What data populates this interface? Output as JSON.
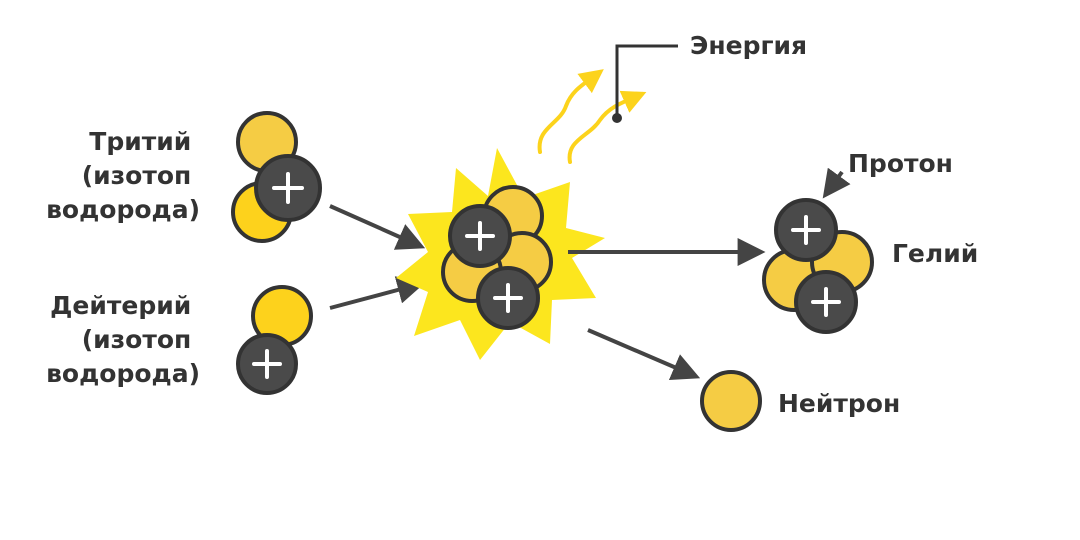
{
  "diagram": {
    "labels": {
      "tritium": [
        "Тритий",
        "(изотоп",
        "водорода)"
      ],
      "deuterium": [
        "Дейтерий",
        "(изотоп",
        "водорода)"
      ],
      "energy": "Энергия",
      "proton": "Протон",
      "helium": "Гелий",
      "neutron": "Нейтрон"
    },
    "colors": {
      "neutron": "#f5cc44",
      "neutron_alt": "#fdd21c",
      "proton": "#4a4a4a",
      "outline": "#333333",
      "burst": "#fce61e",
      "energy_wave": "#fcd31c",
      "arrow": "#444444"
    },
    "icons": {
      "proton_sign": "plus-icon"
    }
  }
}
